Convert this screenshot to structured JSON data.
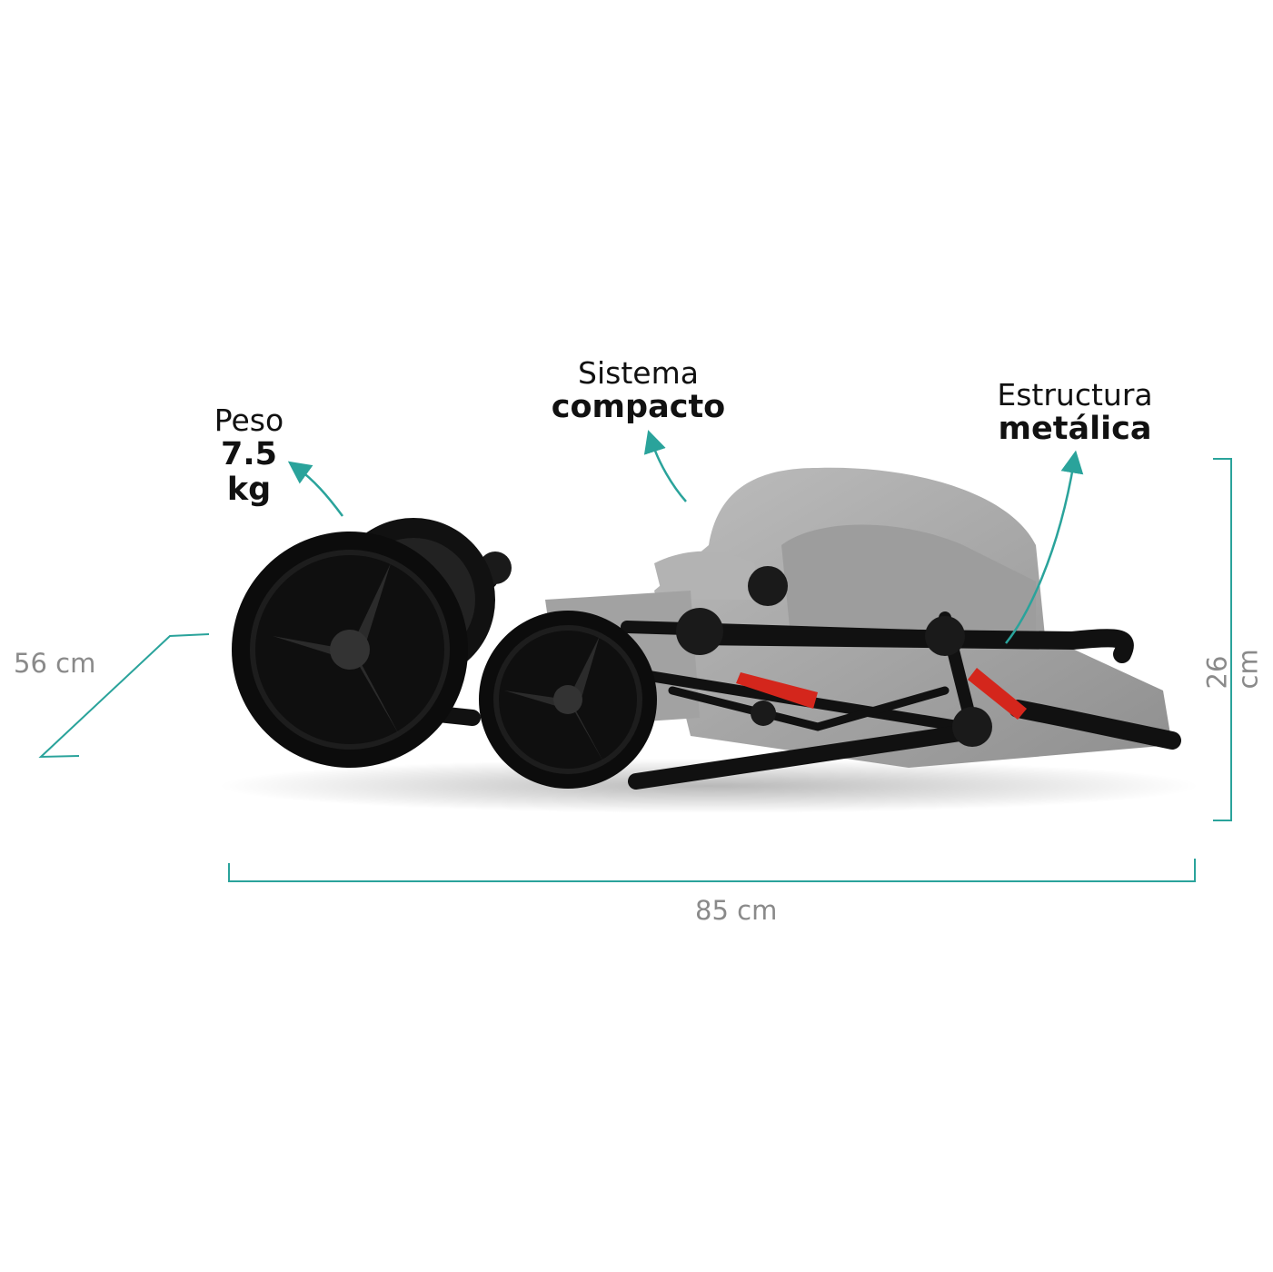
{
  "labels": {
    "weight": {
      "line1": "Peso",
      "line2": "7.5",
      "line3": "kg"
    },
    "compact": {
      "line1": "Sistema",
      "line2": "compacto"
    },
    "frame": {
      "line1": "Estructura",
      "line2": "metálica"
    }
  },
  "dimensions": {
    "depth": "56 cm",
    "length": "85 cm",
    "height": "26 cm"
  },
  "colors": {
    "accent": "#2aa39b",
    "fabric": "#a9a9a9",
    "frame": "#111111",
    "lever": "#d4261c"
  }
}
